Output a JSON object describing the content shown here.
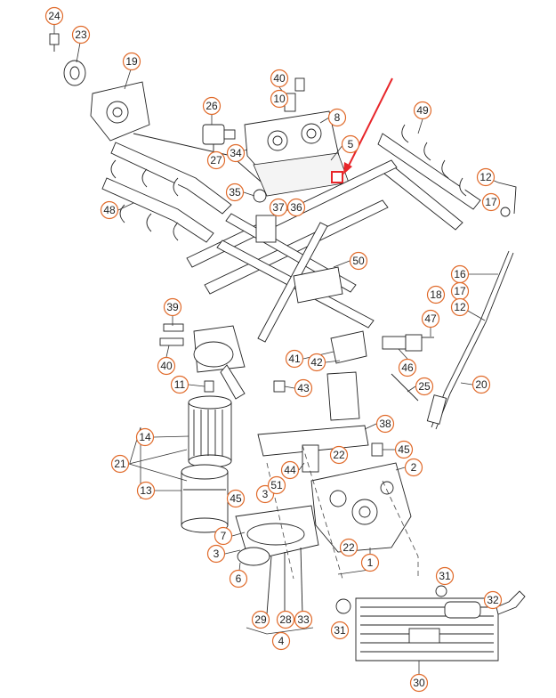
{
  "diagram": {
    "callouts": [
      {
        "id": "c24",
        "label": "24"
      },
      {
        "id": "c23",
        "label": "23"
      },
      {
        "id": "c19",
        "label": "19"
      },
      {
        "id": "c40a",
        "label": "40"
      },
      {
        "id": "c10",
        "label": "10"
      },
      {
        "id": "c26",
        "label": "26"
      },
      {
        "id": "c8",
        "label": "8"
      },
      {
        "id": "c49",
        "label": "49"
      },
      {
        "id": "c27",
        "label": "27"
      },
      {
        "id": "c34",
        "label": "34"
      },
      {
        "id": "c5",
        "label": "5"
      },
      {
        "id": "c12a",
        "label": "12"
      },
      {
        "id": "c17a",
        "label": "17"
      },
      {
        "id": "c35",
        "label": "35"
      },
      {
        "id": "c48",
        "label": "48"
      },
      {
        "id": "c37",
        "label": "37"
      },
      {
        "id": "c36",
        "label": "36"
      },
      {
        "id": "c50",
        "label": "50"
      },
      {
        "id": "c16",
        "label": "16"
      },
      {
        "id": "c17b",
        "label": "17"
      },
      {
        "id": "c18",
        "label": "18"
      },
      {
        "id": "c12b",
        "label": "12"
      },
      {
        "id": "c39",
        "label": "39"
      },
      {
        "id": "c47",
        "label": "47"
      },
      {
        "id": "c40b",
        "label": "40"
      },
      {
        "id": "c41",
        "label": "41"
      },
      {
        "id": "c42",
        "label": "42"
      },
      {
        "id": "c46",
        "label": "46"
      },
      {
        "id": "c11",
        "label": "11"
      },
      {
        "id": "c43",
        "label": "43"
      },
      {
        "id": "c25",
        "label": "25"
      },
      {
        "id": "c20",
        "label": "20"
      },
      {
        "id": "c38",
        "label": "38"
      },
      {
        "id": "c14",
        "label": "14"
      },
      {
        "id": "c45a",
        "label": "45"
      },
      {
        "id": "c21",
        "label": "21"
      },
      {
        "id": "c22a",
        "label": "22"
      },
      {
        "id": "c44",
        "label": "44"
      },
      {
        "id": "c2",
        "label": "2"
      },
      {
        "id": "c13",
        "label": "13"
      },
      {
        "id": "c3a",
        "label": "3"
      },
      {
        "id": "c51",
        "label": "51"
      },
      {
        "id": "c45b",
        "label": "45"
      },
      {
        "id": "c7",
        "label": "7"
      },
      {
        "id": "c22b",
        "label": "22"
      },
      {
        "id": "c3b",
        "label": "3"
      },
      {
        "id": "c1",
        "label": "1"
      },
      {
        "id": "c6",
        "label": "6"
      },
      {
        "id": "c31a",
        "label": "31"
      },
      {
        "id": "c32",
        "label": "32"
      },
      {
        "id": "c29",
        "label": "29"
      },
      {
        "id": "c28",
        "label": "28"
      },
      {
        "id": "c33",
        "label": "33"
      },
      {
        "id": "c31b",
        "label": "31"
      },
      {
        "id": "c4",
        "label": "4"
      },
      {
        "id": "c30",
        "label": "30"
      }
    ],
    "highlight_color": "#e8262a",
    "callout_ring_color": "#e06a2a"
  }
}
